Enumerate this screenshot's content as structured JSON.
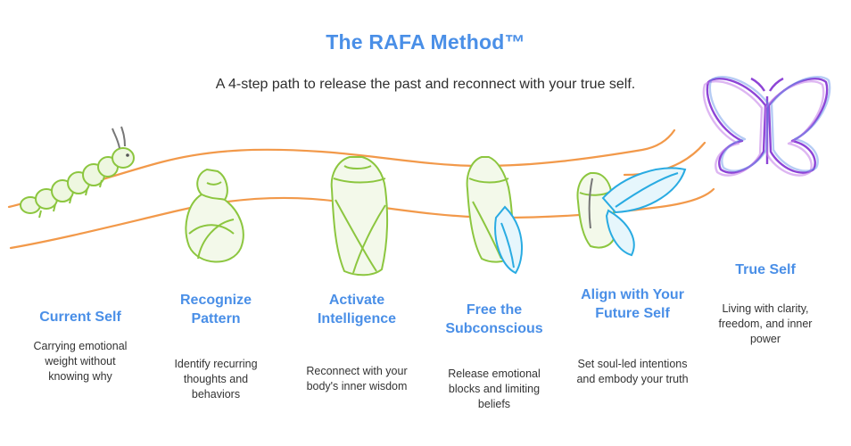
{
  "header": {
    "title": "The RAFA Method™",
    "subtitle": "A 4-step path to release the past and reconnect with your true self."
  },
  "stages": [
    {
      "title": "Current Self",
      "description": "Carrying emotional weight without knowing why"
    },
    {
      "title": "Recognize Pattern",
      "description": "Identify recurring thoughts and behaviors"
    },
    {
      "title": "Activate Intelligence",
      "description": "Reconnect with your body's inner wisdom"
    },
    {
      "title": "Free the Subconscious",
      "description": "Release emotional blocks and limiting beliefs"
    },
    {
      "title": "Align with Your Future Self",
      "description": "Set soul-led intentions and embody your truth"
    },
    {
      "title": "True Self",
      "description": "Living with clarity, freedom, and inner power"
    }
  ],
  "colors": {
    "title": "#4a8fe7",
    "branch": "#f2994a",
    "caterpillar": "#8cc63f",
    "wing_blue": "#29abe2",
    "butterfly": "#8e44d6"
  },
  "icons": [
    "caterpillar-icon",
    "curled-chrysalis-icon",
    "chrysalis-icon",
    "opening-chrysalis-icon",
    "emerging-butterfly-icon",
    "butterfly-icon"
  ]
}
